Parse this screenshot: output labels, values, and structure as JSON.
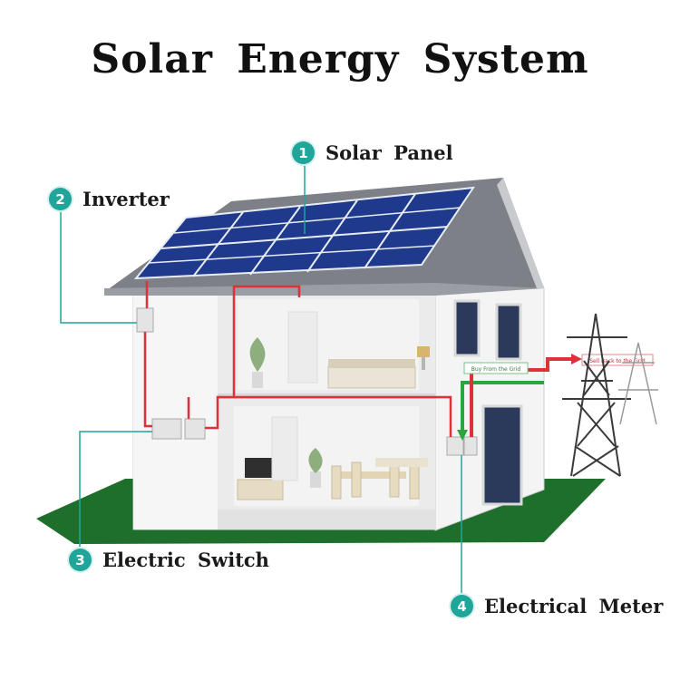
{
  "title": "Solar Energy System",
  "components": [
    {
      "number": "1",
      "label": "Solar Panel"
    },
    {
      "number": "2",
      "label": "Inverter"
    },
    {
      "number": "3",
      "label": "Electric Switch"
    },
    {
      "number": "4",
      "label": "Electrical Meter"
    }
  ],
  "grid_labels": {
    "buy": "Buy From the Grid",
    "sell": "Sell Back to the Grid"
  },
  "colors": {
    "accent": "#1fa59a",
    "lawn": "#1e6e2c",
    "wire_red": "#e0303a",
    "wire_green": "#2aa63a",
    "panel": "#1f3a8c",
    "roof": "#8a8d92"
  }
}
